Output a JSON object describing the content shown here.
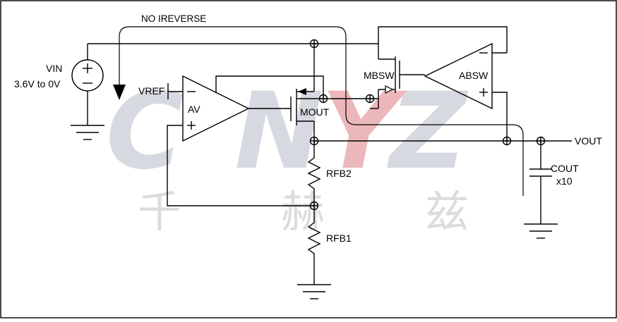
{
  "diagram": {
    "no_reverse_label": "NO IREVERSE",
    "vin_label": "VIN",
    "vin_range": "3.6V to 0V",
    "vref_label": "VREF",
    "av_label": "AV",
    "mout_label": "MOUT",
    "mbsw_label": "MBSW",
    "absw_label": "ABSW",
    "vout_label": "VOUT",
    "rfb2_label": "RFB2",
    "rfb1_label": "RFB1",
    "cout_label": "COUT",
    "cout_count": "x10",
    "plus_sign": "+",
    "minus_sign": "−"
  },
  "watermark": {
    "text": "CNYZ",
    "cjk": [
      "千",
      "赫",
      "兹"
    ],
    "colors": {
      "letters": "#c9ccd8",
      "accent": "#e9a3a6",
      "cjk": "#d7d7d7"
    }
  }
}
